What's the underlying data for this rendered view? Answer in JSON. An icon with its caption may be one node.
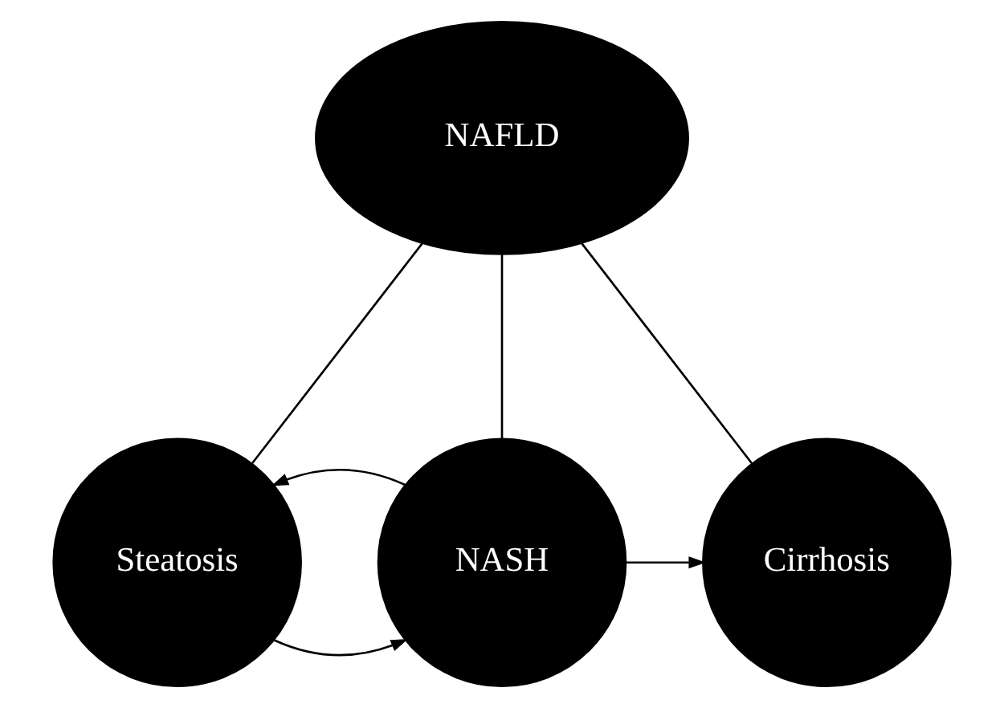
{
  "diagram": {
    "nodes": [
      {
        "text": [
          "NAFLD"
        ]
      },
      {
        "text": [
          "Steatosis"
        ]
      },
      {
        "text": [
          "NASH"
        ]
      },
      {
        "text": [
          "Cirrhosis"
        ]
      }
    ],
    "edges": [
      {
        "from": 0,
        "to": 1,
        "arrow": "none"
      },
      {
        "from": 0,
        "to": 2,
        "arrow": "none"
      },
      {
        "from": 0,
        "to": 3,
        "arrow": "none"
      },
      {
        "from": 1,
        "to": 2,
        "arrow": "to"
      },
      {
        "from": 2,
        "to": 1,
        "arrow": "to"
      },
      {
        "from": 2,
        "to": 3,
        "arrow": "to"
      }
    ]
  }
}
